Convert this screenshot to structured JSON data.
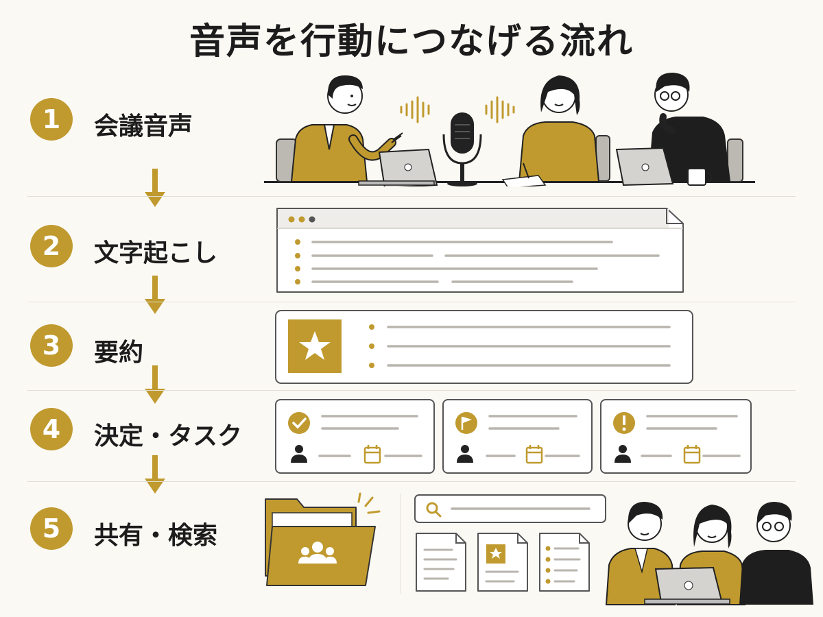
{
  "title": "音声を行動につなげる流れ",
  "colors": {
    "accent": "#c09a2f",
    "dark": "#1e1e1e",
    "line": "#b9b5ae",
    "background": "#fbf9f4"
  },
  "steps": [
    {
      "number": "1",
      "label": "会議音声"
    },
    {
      "number": "2",
      "label": "文字起こし"
    },
    {
      "number": "3",
      "label": "要約"
    },
    {
      "number": "4",
      "label": "決定・タスク"
    },
    {
      "number": "5",
      "label": "共有・検索"
    }
  ],
  "icons": [
    "microphone-icon",
    "laptop-icon",
    "coffee-mug-icon",
    "star-icon",
    "check-icon",
    "flag-icon",
    "exclamation-icon",
    "person-icon",
    "calendar-icon",
    "folder-icon",
    "group-icon",
    "search-icon",
    "document-icon"
  ]
}
